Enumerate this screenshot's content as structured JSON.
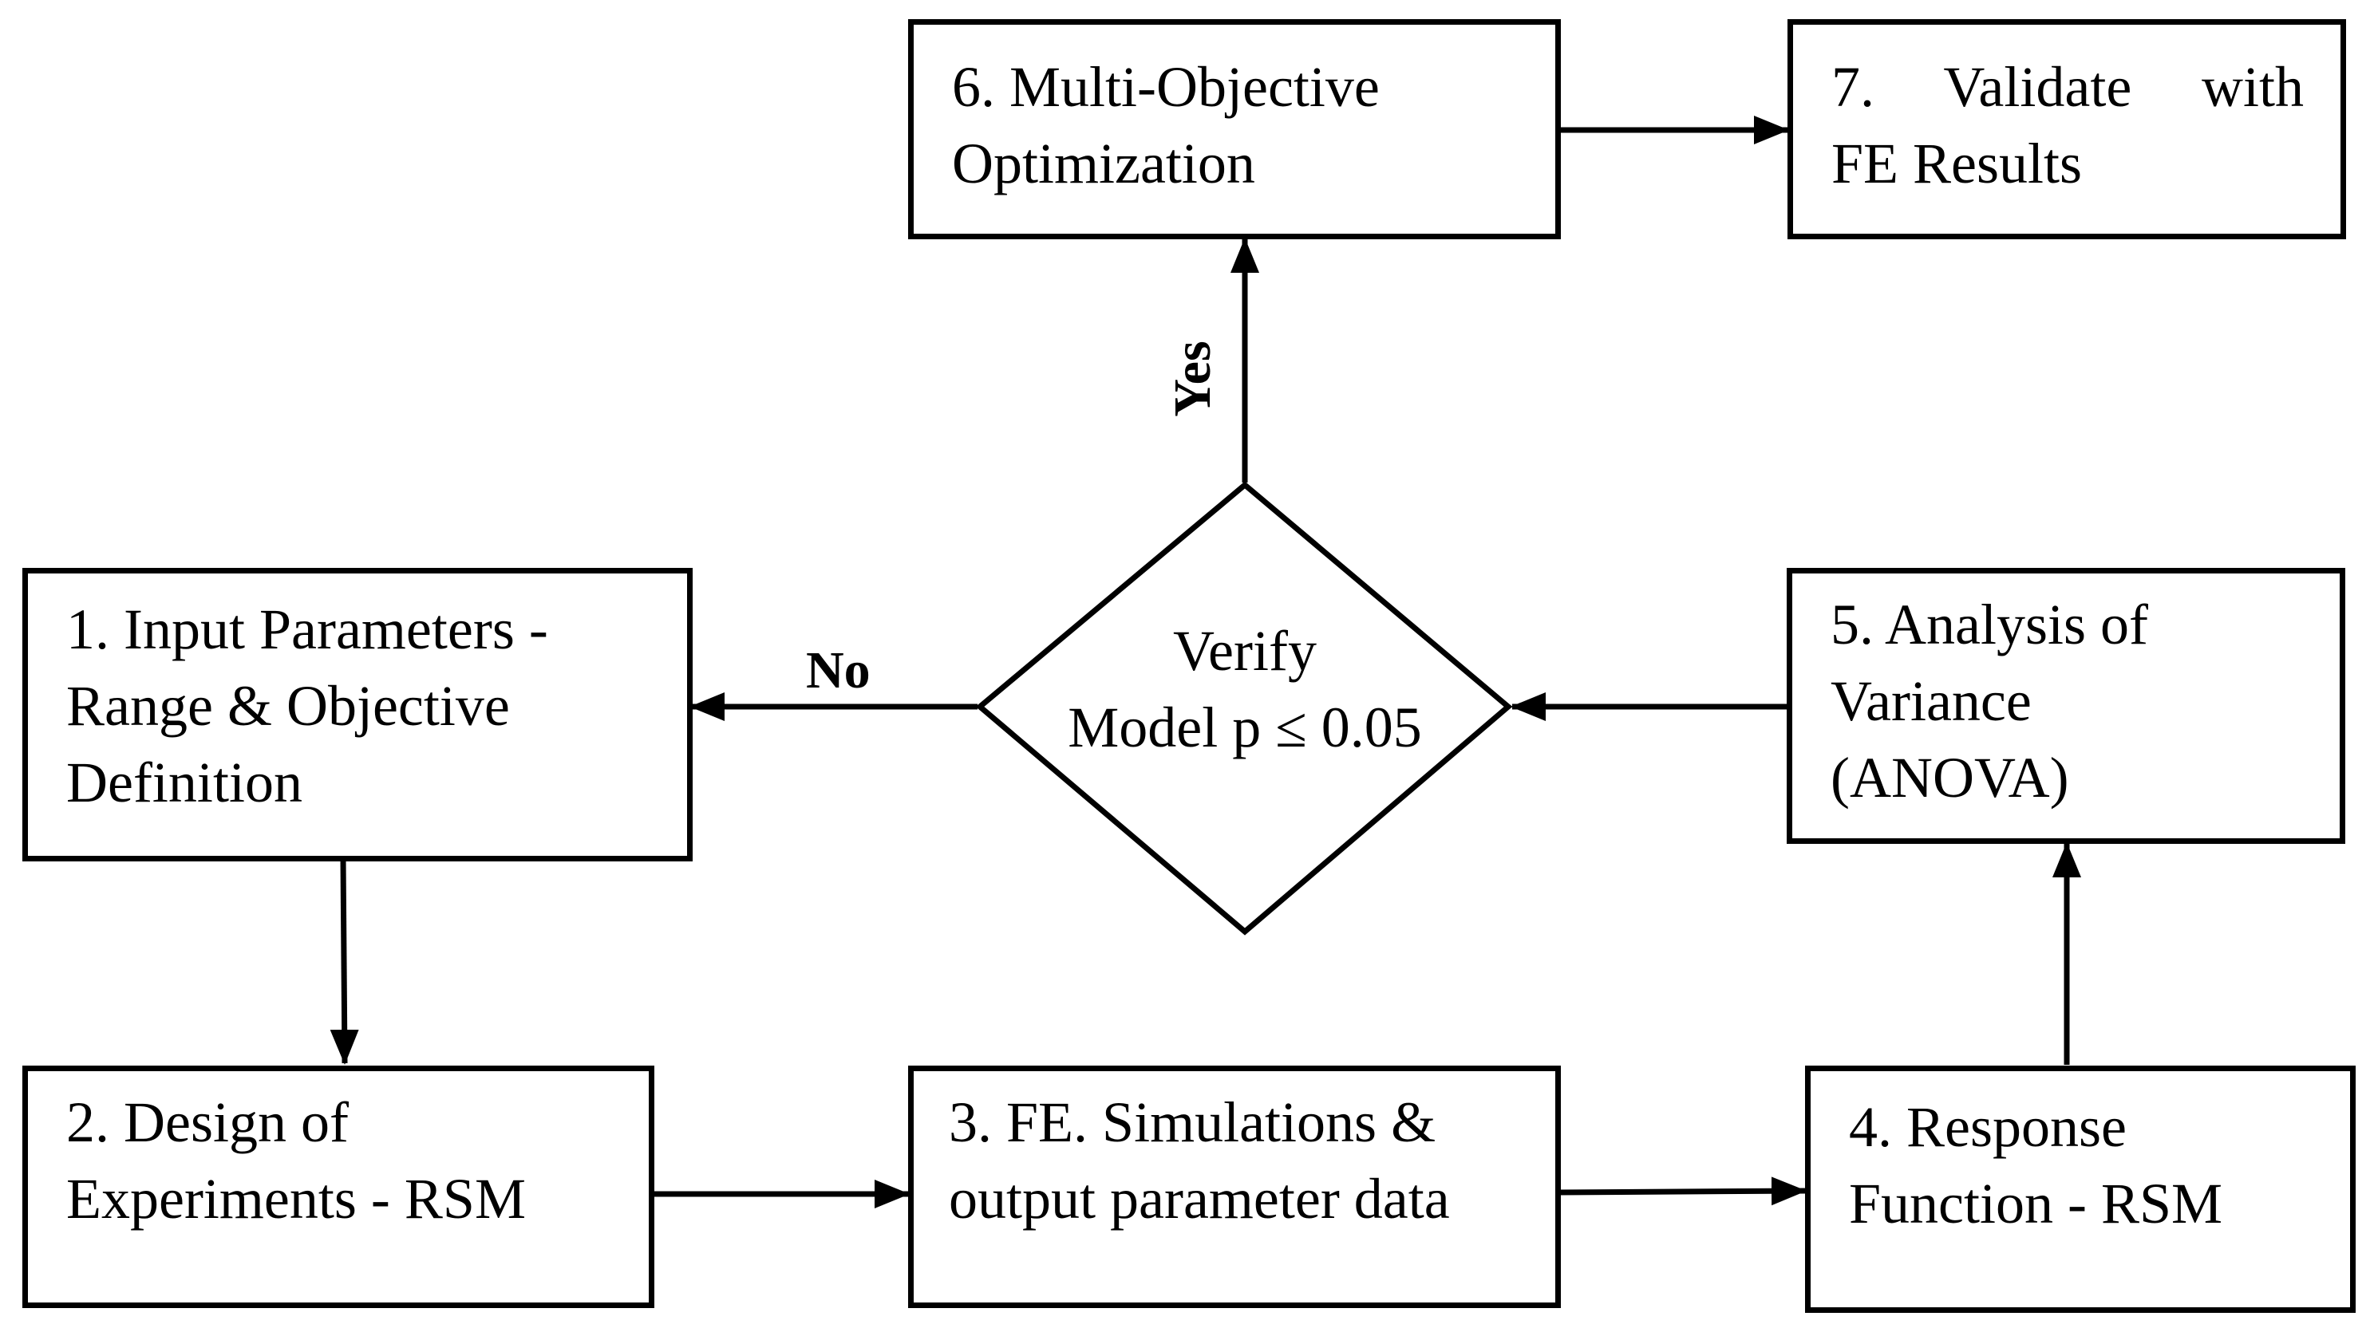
{
  "nodes": {
    "n1": {
      "lines": [
        "1. Input Parameters -",
        "Range & Objective",
        "Definition"
      ]
    },
    "n2": {
      "lines": [
        "2. Design of",
        "Experiments - RSM"
      ]
    },
    "n3": {
      "lines": [
        "3. FE. Simulations &",
        "output parameter data"
      ]
    },
    "n4": {
      "lines": [
        "4. Response",
        "Function - RSM"
      ]
    },
    "n5": {
      "lines": [
        "5. Analysis of",
        "Variance",
        "(ANOVA)"
      ]
    },
    "n6": {
      "lines": [
        "6. Multi-Objective",
        "Optimization"
      ]
    },
    "n7": {
      "lines": [
        "7.  Validate  with",
        "FE Results"
      ]
    },
    "decision": {
      "lines": [
        "Verify",
        "Model p ≤ 0.05"
      ]
    }
  },
  "edges": {
    "no_label": "No",
    "yes_label": "Yes"
  },
  "colors": {
    "stroke": "#000000",
    "fill": "#ffffff"
  }
}
